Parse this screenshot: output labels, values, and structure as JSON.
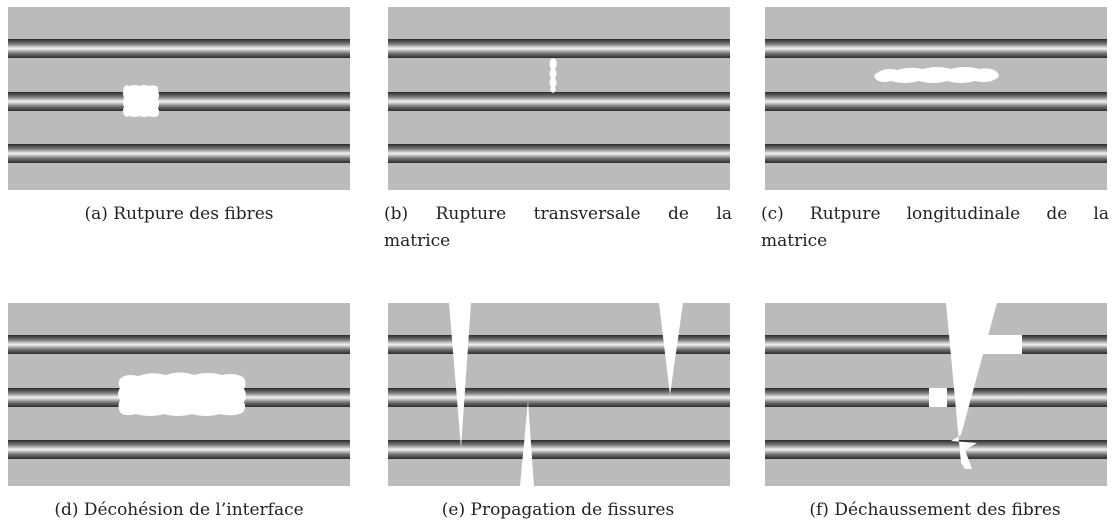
{
  "captions": {
    "a": "(a) Rutpure des fibres",
    "b_line1": "(b) Rupture transversale de la",
    "b_line2": "matrice",
    "c_line1": "(c) Rutpure longitudinale de la",
    "c_line2": "matrice",
    "d": "(d) Décohésion de l’interface",
    "e": "(e) Propagation de fissures",
    "f": "(f) Déchaussement des fibres"
  },
  "colors": {
    "matrix": "#bbbbbb",
    "fiber_dark": "#2e2e2e",
    "fiber_light": "#f2f2f2",
    "damage": "#ffffff"
  }
}
